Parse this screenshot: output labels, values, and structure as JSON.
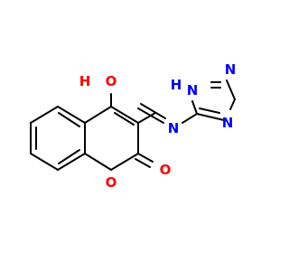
{
  "atoms": [
    {
      "id": "H_hydroxyl",
      "text": "H",
      "color": "#ff0000"
    },
    {
      "id": "O_hydroxyl",
      "text": "O",
      "color": "#ff0000"
    },
    {
      "id": "O_ring",
      "text": "O",
      "color": "#ff0000"
    },
    {
      "id": "O_carbonyl",
      "text": "O",
      "color": "#ff0000"
    },
    {
      "id": "N_imine",
      "text": "N",
      "color": "#0000ff"
    },
    {
      "id": "H_nh",
      "text": "H",
      "color": "#0000ff"
    },
    {
      "id": "N_nh",
      "text": "N",
      "color": "#0000ff"
    },
    {
      "id": "N_triazole_2",
      "text": "N",
      "color": "#0000ff"
    },
    {
      "id": "N_triazole_4",
      "text": "N",
      "color": "#0000ff"
    }
  ],
  "colors": {
    "bond": "#000000",
    "oxygen": "#ff0000",
    "nitrogen": "#0000ff"
  }
}
